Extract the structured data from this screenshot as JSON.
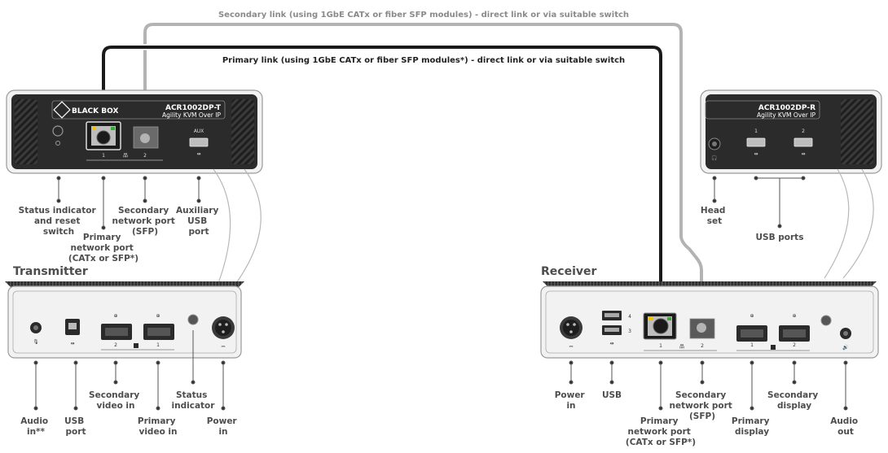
{
  "links": {
    "secondary": "Secondary link (using 1GbE CATx or fiber SFP modules) - direct link or via suitable switch",
    "primary": "Primary link (using 1GbE CATx or fiber SFP modules*) - direct link or via suitable switch"
  },
  "transmitter": {
    "heading": "Transmitter",
    "brand": "BLACK BOX",
    "model": "ACR1002DP-T",
    "subtitle": "Agility KVM Over IP",
    "aux_label": "AUX",
    "port1_num": "1",
    "port2_num": "2",
    "front_labels": {
      "status_reset": [
        "Status indicator",
        "and reset",
        "switch"
      ],
      "primary_port": [
        "Primary",
        "network port",
        "(CATx or SFP*)"
      ],
      "secondary_port": [
        "Secondary",
        "network port",
        "(SFP)"
      ],
      "aux_usb": [
        "Auxiliary",
        "USB",
        "port"
      ]
    },
    "rear_nums": {
      "video2": "2",
      "video1": "1"
    },
    "rear_labels": {
      "audio_in": [
        "Audio",
        "in**"
      ],
      "usb_port": [
        "USB",
        "port"
      ],
      "secondary_video": [
        "Secondary",
        "video in"
      ],
      "primary_video": [
        "Primary",
        "video in"
      ],
      "status_indicator": [
        "Status",
        "indicator"
      ],
      "power_in": [
        "Power",
        "in"
      ]
    }
  },
  "receiver": {
    "heading": "Receiver",
    "model": "ACR1002DP-R",
    "subtitle": "Agility KVM Over IP",
    "usb1_num": "1",
    "usb2_num": "2",
    "front_labels": {
      "headset": [
        "Head",
        "set"
      ],
      "usb_ports": [
        "USB ports"
      ]
    },
    "rear_nums": {
      "usb4": "4",
      "usb3": "3",
      "net1": "1",
      "net2": "2",
      "disp1": "1",
      "disp2": "2"
    },
    "rear_labels": {
      "power_in": [
        "Power",
        "in"
      ],
      "usb": [
        "USB"
      ],
      "primary_port": [
        "Primary",
        "network port",
        "(CATx or SFP*)"
      ],
      "secondary_port": [
        "Secondary",
        "network port",
        "(SFP)"
      ],
      "primary_display": [
        "Primary",
        "display"
      ],
      "secondary_display": [
        "Secondary",
        "display"
      ],
      "audio_out": [
        "Audio",
        "out"
      ]
    }
  },
  "colors": {
    "primary_link": "#1a1a1a",
    "secondary_link": "#b3b3b3",
    "device_body": "#2b2b2b",
    "label_text": "#4d4d4d"
  }
}
